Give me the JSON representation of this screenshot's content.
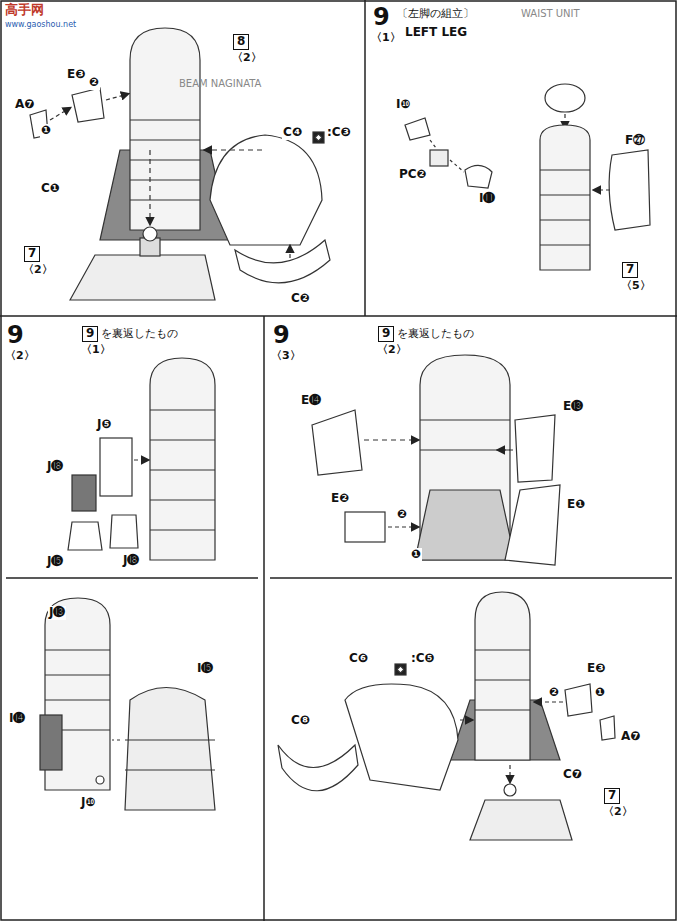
{
  "diagram": {
    "labels": [
      "高手网",
      "www.gaoshou.net",
      "8",
      "〈2〉",
      "BEAM NAGINATA",
      "E❸",
      "❷",
      "A❼",
      "❶",
      "C❹",
      ":C❸",
      "C❶",
      "7",
      "〈2〉",
      "C❷",
      "9",
      "〈1〉",
      "〔左脚の組立〕",
      "LEFT LEG",
      "WAIST UNIT",
      "I❿",
      "PC❷",
      "I⓫",
      "F㉗",
      "7",
      "〈5〉",
      "9",
      "〈2〉",
      "9",
      "を裏返したもの",
      "〈1〉",
      "J❺",
      "J⓲",
      "J⓯",
      "J⓲",
      "J⓭",
      "I⓮",
      "I⓯",
      "J❿",
      "9",
      "〈3〉",
      "9",
      "を裏返したもの",
      "〈2〉",
      "E⓮",
      "E⓭",
      "E❷",
      "❷",
      "E❶",
      "❶",
      "E❸",
      "❷",
      "❶",
      "A❼",
      "C❻",
      ":C❺",
      "C❽",
      "C❼",
      "7",
      "〈2〉"
    ]
  }
}
